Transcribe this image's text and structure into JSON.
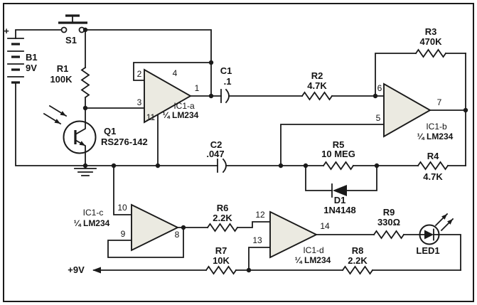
{
  "figure": {
    "type": "circuit-schematic"
  },
  "colors": {
    "line": "#1a1a1a",
    "opamp_fill": "#ebeae1",
    "background": "#ffffff"
  },
  "battery": {
    "ref": "B1",
    "value": "9V",
    "polarity": "+"
  },
  "switch_s1": {
    "ref": "S1"
  },
  "transistor": {
    "ref": "Q1",
    "value": "RS276-142"
  },
  "resistors": {
    "r1": {
      "ref": "R1",
      "value": "100K"
    },
    "r2": {
      "ref": "R2",
      "value": "4.7K"
    },
    "r3": {
      "ref": "R3",
      "value": "470K"
    },
    "r4": {
      "ref": "R4",
      "value": "4.7K"
    },
    "r5": {
      "ref": "R5",
      "value": "10 MEG"
    },
    "r6": {
      "ref": "R6",
      "value": "2.2K"
    },
    "r7": {
      "ref": "R7",
      "value": "10K"
    },
    "r8": {
      "ref": "R8",
      "value": "2.2K"
    },
    "r9": {
      "ref": "R9",
      "value": "330Ω"
    }
  },
  "capacitors": {
    "c1": {
      "ref": "C1",
      "value": ".1"
    },
    "c2": {
      "ref": "C2",
      "value": ".047"
    }
  },
  "diode": {
    "ref": "D1",
    "value": "1N4148"
  },
  "led": {
    "ref": "LED1"
  },
  "power_rail": {
    "label": "+9V"
  },
  "opamps": {
    "a": {
      "ref": "IC1-a",
      "sub": "¼ LM234",
      "pins": {
        "inv": "2",
        "noninv": "3",
        "vplus": "4",
        "out": "1",
        "gnd": "11"
      }
    },
    "b": {
      "ref": "IC1-b",
      "sub": "¼ LM234",
      "pins": {
        "inv": "6",
        "noninv": "5",
        "out": "7"
      }
    },
    "c": {
      "ref": "IC1-c",
      "sub": "¼ LM234",
      "pins": {
        "noninv": "10",
        "inv": "9",
        "out": "8"
      }
    },
    "d": {
      "ref": "IC1-d",
      "sub": "¼ LM234",
      "pins": {
        "noninv": "12",
        "inv": "13",
        "out": "14"
      }
    }
  }
}
